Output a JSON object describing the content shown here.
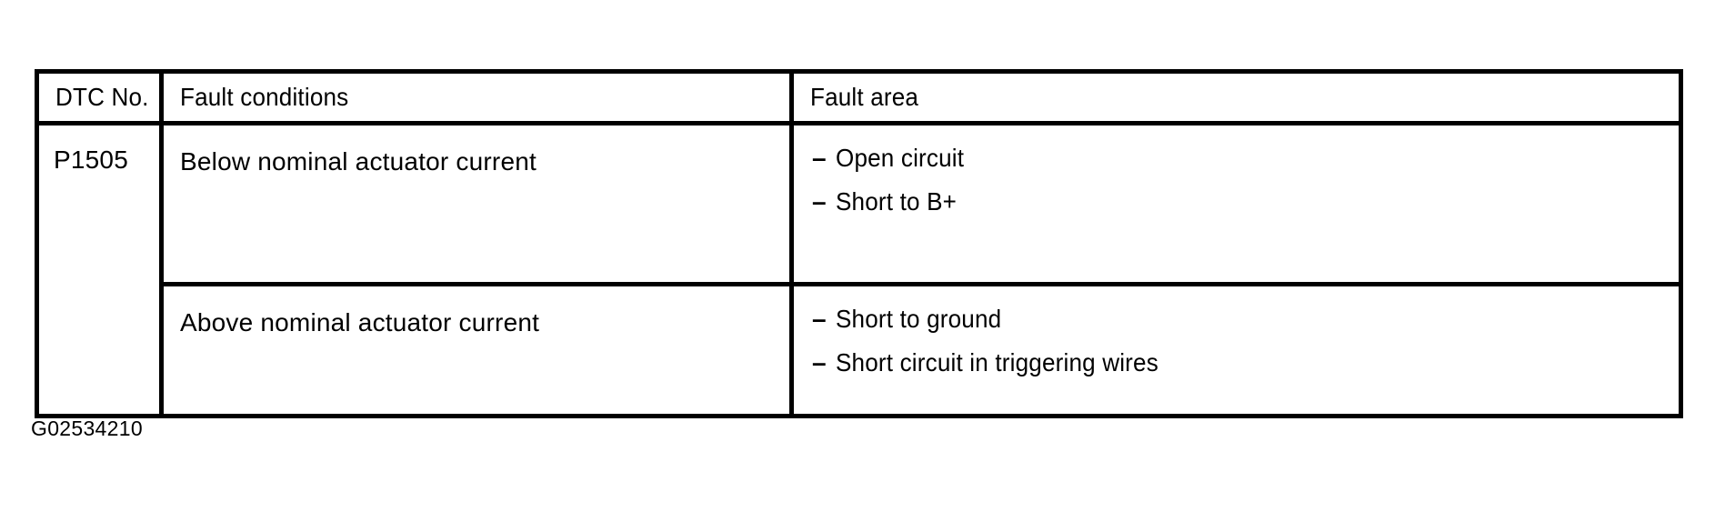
{
  "document": {
    "caption": "G02534210",
    "ink_color": "#000000",
    "paper_color": "#ffffff"
  },
  "table": {
    "columns": [
      {
        "key": "dtc_no",
        "header": "DTC No."
      },
      {
        "key": "fault_conditions",
        "header": "Fault conditions"
      },
      {
        "key": "fault_area",
        "header": "Fault area"
      }
    ],
    "rows": [
      {
        "dtc_no": "P1505",
        "dtc_rowspan": 2,
        "fault_conditions": "Below nominal actuator current",
        "fault_area": [
          {
            "dash": "–",
            "text": "Open circuit"
          },
          {
            "dash": "–",
            "text": "Short to B+"
          }
        ]
      },
      {
        "dtc_no": "",
        "fault_conditions": "Above nominal actuator current",
        "fault_area": [
          {
            "dash": "–",
            "text": "Short to ground"
          },
          {
            "dash": "–",
            "text": "Short circuit in triggering wires"
          }
        ]
      }
    ]
  }
}
